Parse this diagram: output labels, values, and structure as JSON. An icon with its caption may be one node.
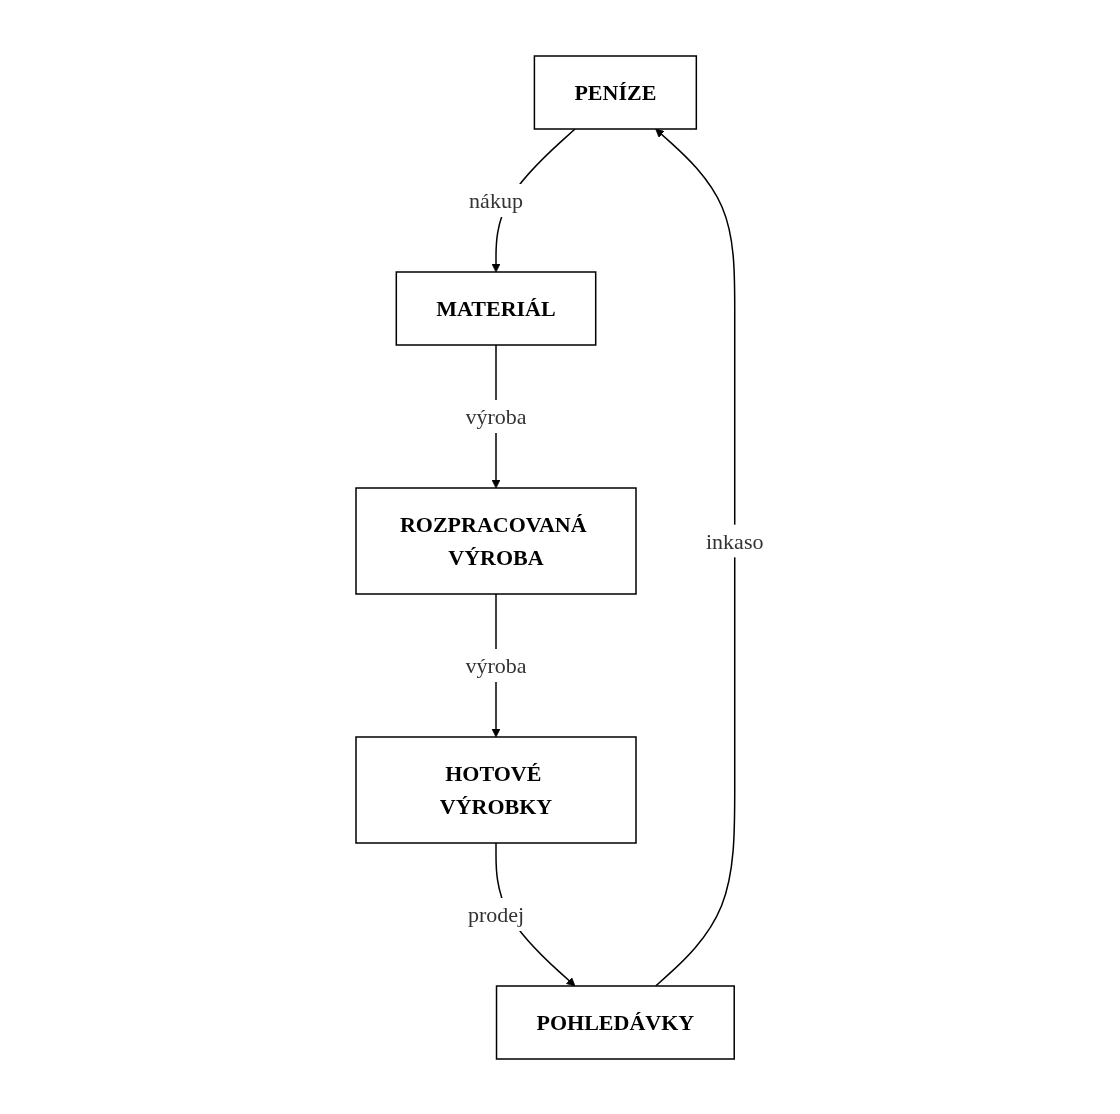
{
  "diagram": {
    "nodes": [
      {
        "text": [
          "PENÍZE"
        ]
      },
      {
        "text": [
          "POHLEDÁVKY"
        ]
      },
      {
        "text": [
          "MATERIÁL"
        ]
      },
      {
        "text": [
          "HOTOVÉ VÝROBKY"
        ]
      },
      {
        "text": [
          "ROZPRACOVANÁ VÝROBA"
        ]
      }
    ],
    "edges": [
      {
        "from": 0,
        "to": 2,
        "arrow": "to",
        "label": "nákup"
      },
      {
        "from": 2,
        "to": 4,
        "arrow": "to",
        "label": "výroba"
      },
      {
        "from": 4,
        "to": 3,
        "arrow": "to",
        "label": "výroba"
      },
      {
        "from": 3,
        "to": 1,
        "arrow": "to",
        "label": "prodej"
      },
      {
        "from": 1,
        "to": 0,
        "arrow": "to",
        "label": "inkaso"
      }
    ]
  }
}
